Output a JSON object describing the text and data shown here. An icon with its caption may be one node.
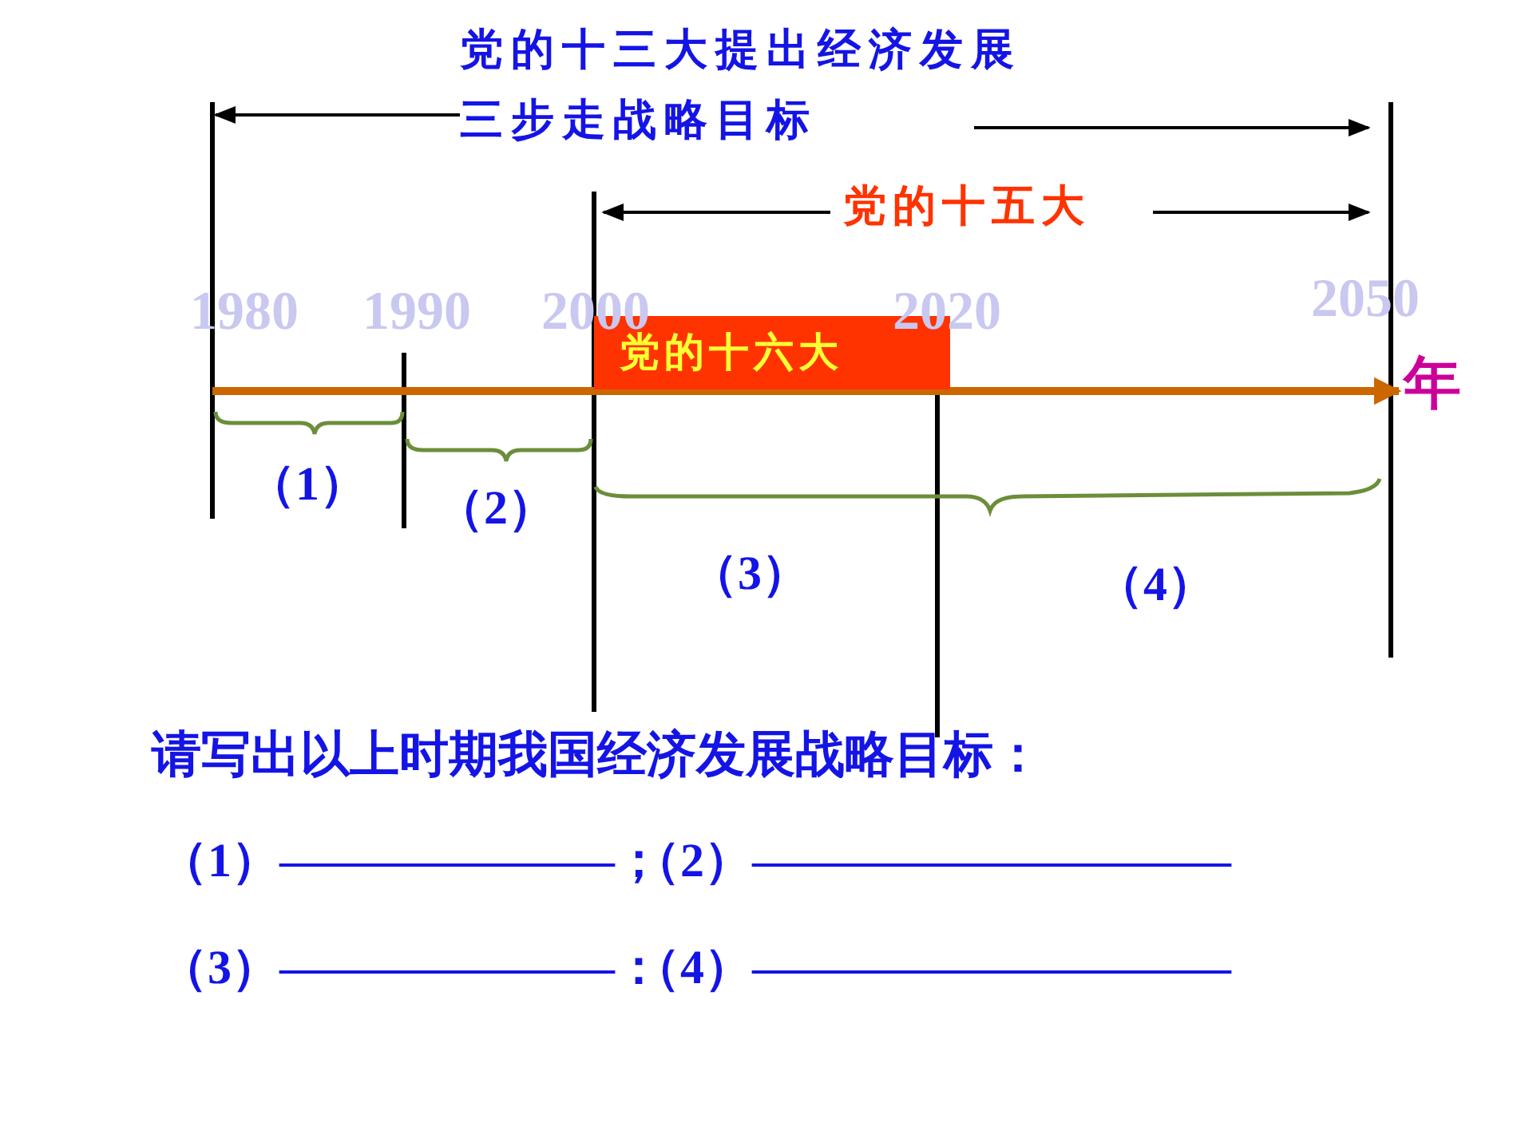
{
  "diagram": {
    "nodes": [
      {
        "text": [
          "党的十六大"
        ]
      }
    ],
    "labels": [
      "党的十三大提出经济发展三步走战略目标",
      "党的十五大",
      "1980",
      "1990",
      "2000",
      "2020",
      "2050",
      "年",
      "（1）",
      "（2）",
      "（3）",
      "（4）",
      "请写出以上时期我国经济发展战略目标：",
      "（1）———————；",
      "（2）——————————",
      "（3）———————：",
      "（4）——————————"
    ]
  }
}
